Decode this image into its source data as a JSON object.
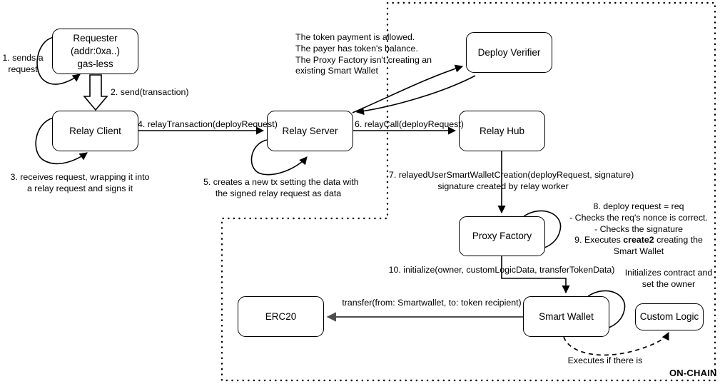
{
  "diagram": {
    "title": "RIF Relay gas-less smart wallet deployment flow",
    "zone_label": "ON-CHAIN",
    "colors": {
      "stroke": "#000000",
      "background": "#ffffff",
      "transfer_arrow": "#4d4d4d",
      "dotted_boundary": "#000000"
    }
  },
  "nodes": [
    {
      "id": "requester",
      "lines": [
        "Requester",
        "(addr:0xa..)",
        "gas-less"
      ]
    },
    {
      "id": "relay-client",
      "lines": [
        "Relay Client"
      ]
    },
    {
      "id": "relay-server",
      "lines": [
        "Relay Server"
      ]
    },
    {
      "id": "deploy-verifier",
      "lines": [
        "Deploy Verifier"
      ]
    },
    {
      "id": "relay-hub",
      "lines": [
        "Relay Hub"
      ]
    },
    {
      "id": "proxy-factory",
      "lines": [
        "Proxy Factory"
      ]
    },
    {
      "id": "erc20",
      "lines": [
        "ERC20"
      ]
    },
    {
      "id": "smart-wallet",
      "lines": [
        "Smart Wallet"
      ]
    },
    {
      "id": "custom-logic",
      "lines": [
        "Custom Logic"
      ]
    }
  ],
  "labels": {
    "step1": [
      "1. sends a",
      "request"
    ],
    "step2": [
      "2. send(transaction)"
    ],
    "step3": [
      "3. receives request, wrapping it into",
      "a relay request and signs it"
    ],
    "step4": [
      "4. relayTransaction(deployRequest)"
    ],
    "step5": [
      "5. creates a new tx setting the data with",
      "the signed relay request as data"
    ],
    "step6": [
      "6. relayCall(deployRequest)"
    ],
    "step7": [
      "7. relayedUserSmartWalletCreation(deployRequest, signature)",
      "signature created by relay worker"
    ],
    "verifier_note": [
      "The token payment is allowed.",
      "The payer has token's balance.",
      "The Proxy Factory isn't creating an",
      "existing Smart Wallet"
    ],
    "factory_note": [
      "8. deploy request = req",
      "- Checks the req's nonce is correct.",
      "- Checks the signature"
    ],
    "factory_note_create2_prefix": "9. Executes ",
    "factory_note_create2_bold": "create2",
    "factory_note_create2_suffix": " creating the",
    "factory_note_create2_line2": "Smart Wallet",
    "step10": [
      "10. initialize(owner, customLogicData, transferTokenData)"
    ],
    "transfer": [
      "transfer(from: Smartwallet, to: token recipient)"
    ],
    "custom_logic_note": [
      "Initializes contract and",
      "set the owner"
    ],
    "executes_note": [
      "Executes if there is"
    ]
  }
}
